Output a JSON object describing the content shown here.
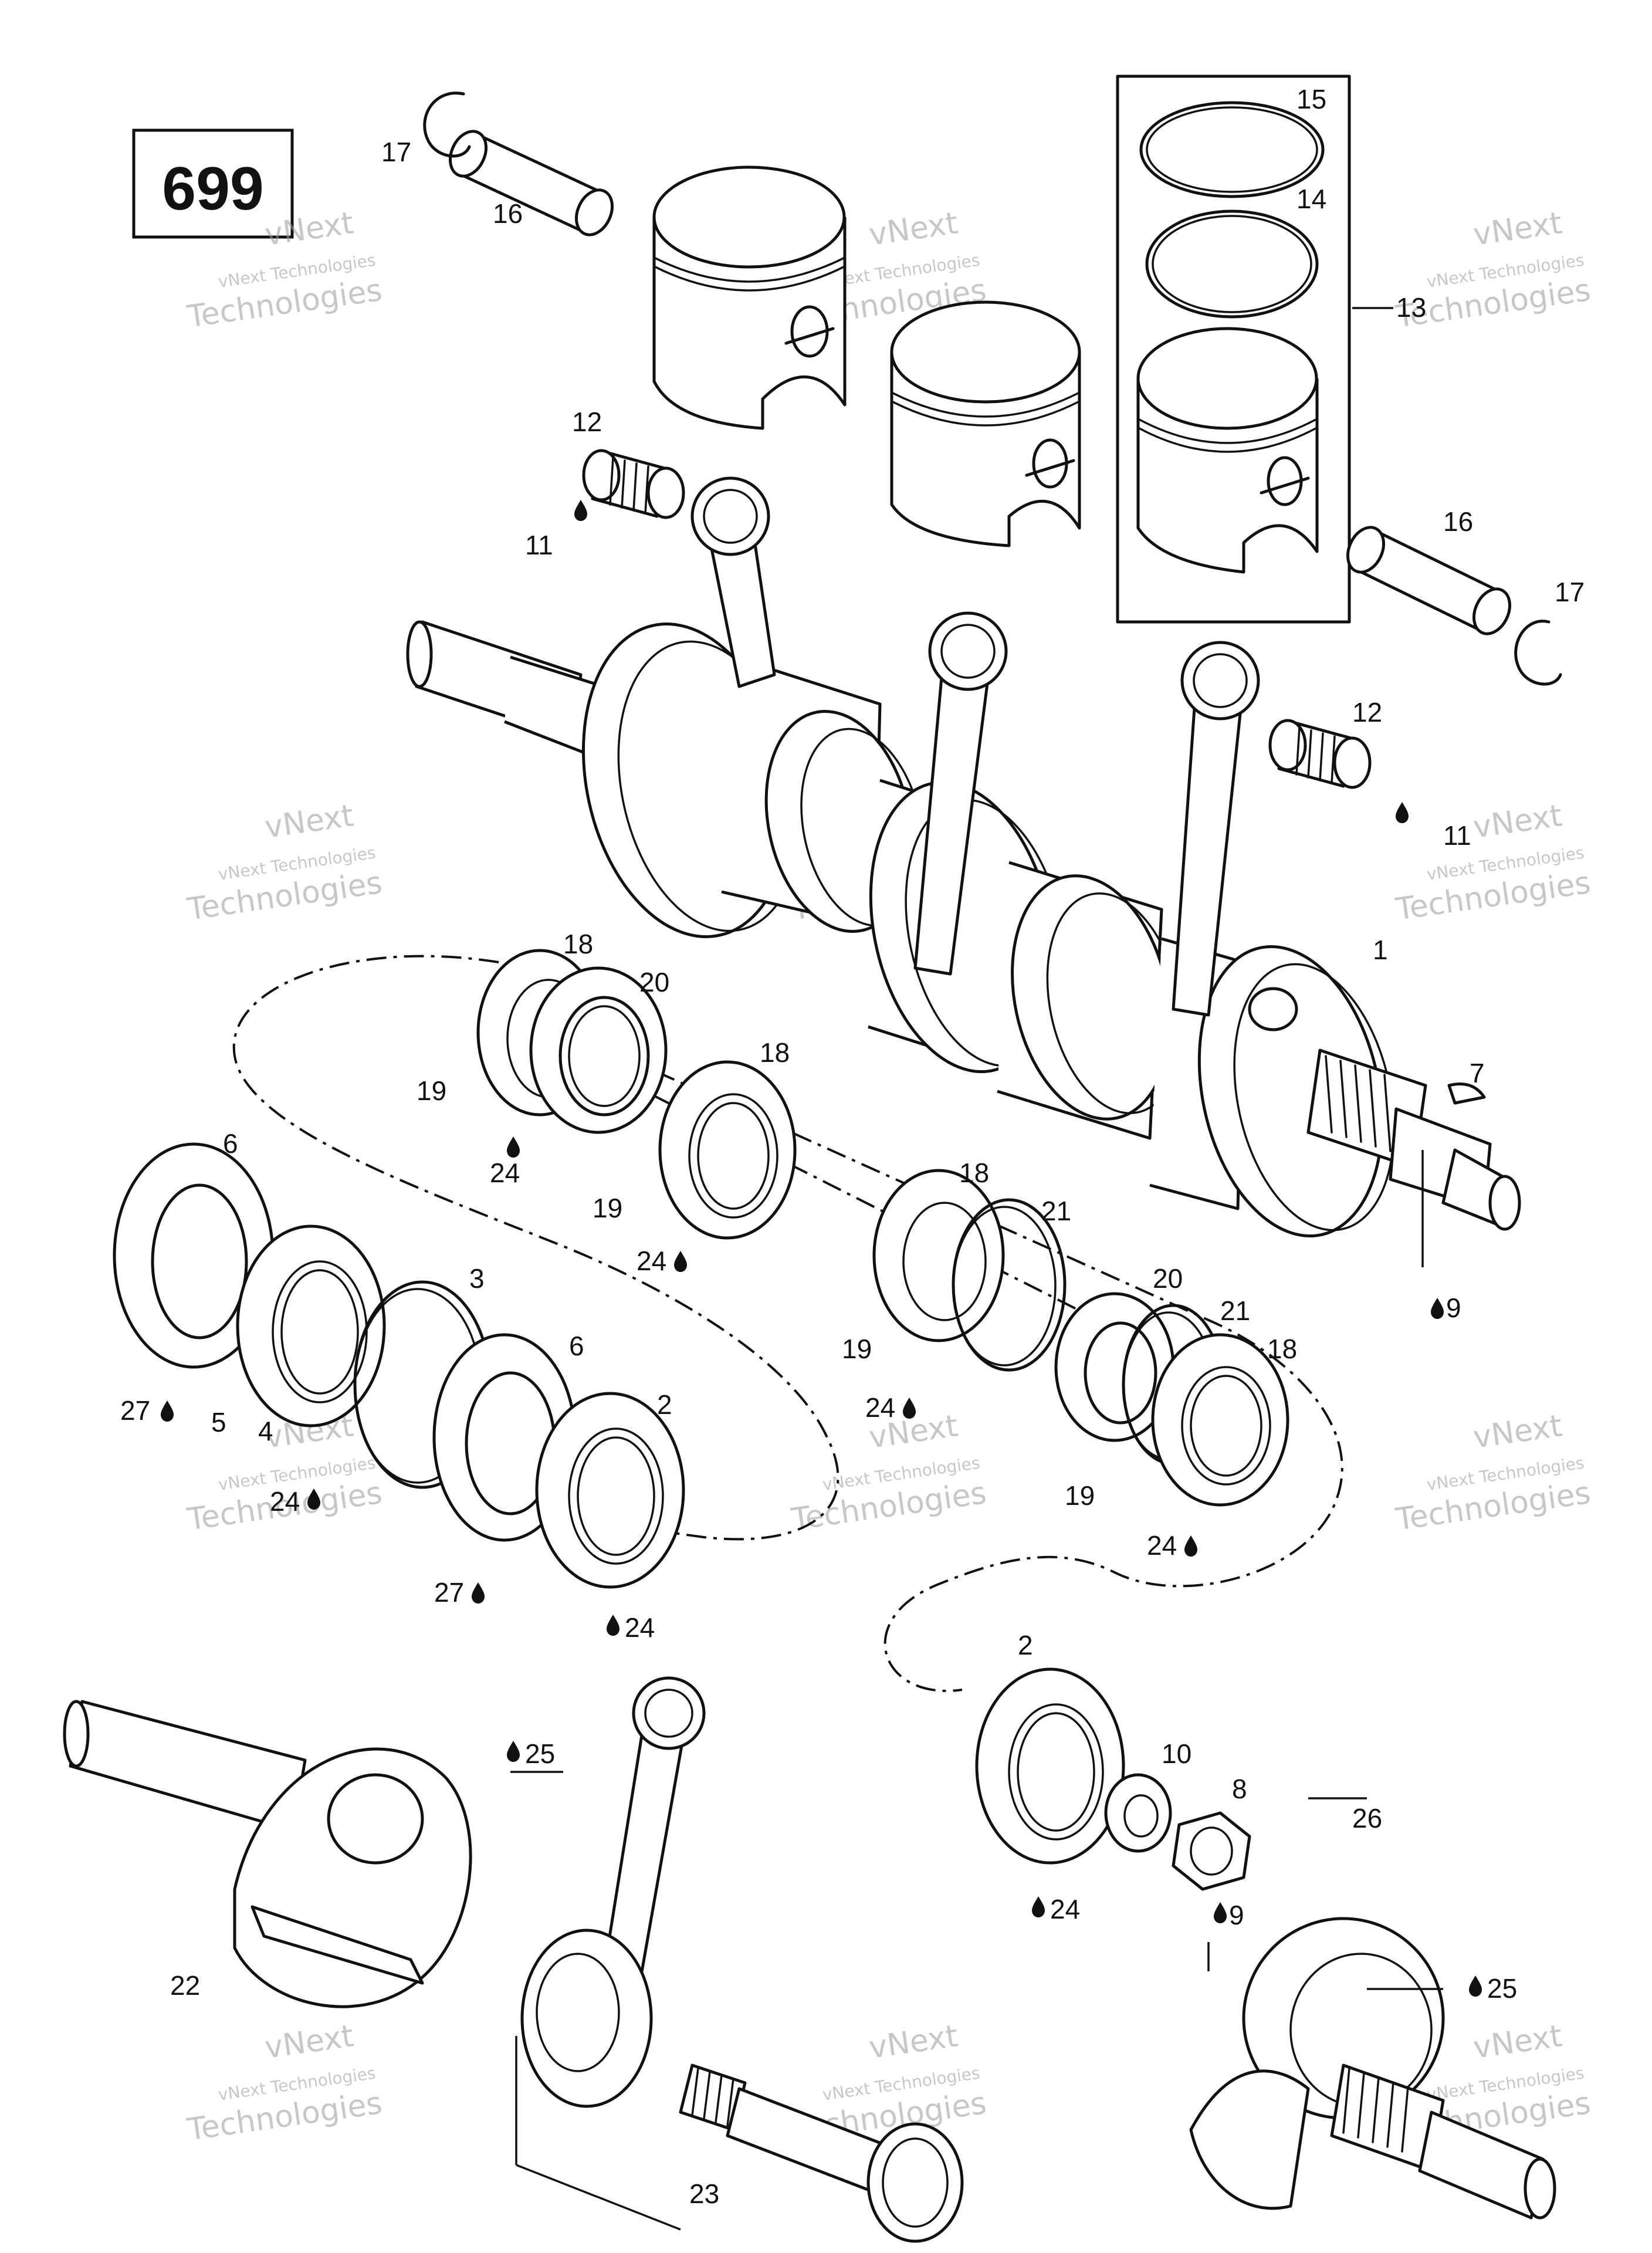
{
  "page_number": "699",
  "watermark": {
    "line1": "vNext",
    "line2": "vNext Technologies",
    "line3": "Technologies"
  },
  "labels": {
    "l1": "1",
    "l2a": "2",
    "l2b": "2",
    "l3": "3",
    "l4": "4",
    "l5": "5",
    "l6a": "6",
    "l6b": "6",
    "l7": "7",
    "l8": "8",
    "l9a": "9",
    "l9b": "9",
    "l10": "10",
    "l11a": "11",
    "l11b": "11",
    "l12a": "12",
    "l12b": "12",
    "l13": "13",
    "l14": "14",
    "l15": "15",
    "l16a": "16",
    "l16b": "16",
    "l17a": "17",
    "l17b": "17",
    "l18a": "18",
    "l18b": "18",
    "l18c": "18",
    "l18d": "18",
    "l19a": "19",
    "l19b": "19",
    "l19c": "19",
    "l19d": "19",
    "l20a": "20",
    "l20b": "20",
    "l21a": "21",
    "l21b": "21",
    "l22": "22",
    "l23": "23",
    "l24a": "24",
    "l24b": "24",
    "l24c": "24",
    "l24d": "24",
    "l24e": "24",
    "l24f": "24",
    "l24g": "24",
    "l25a": "25",
    "l25b": "25",
    "l26": "26",
    "l27a": "27",
    "l27b": "27"
  }
}
